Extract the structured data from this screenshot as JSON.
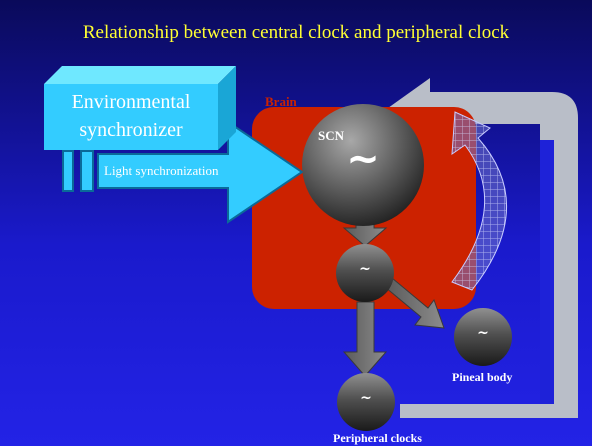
{
  "title": "Relationship between central clock and peripheral clock",
  "environmental_synchronizer": {
    "line1": "Environmental",
    "line2": "synchronizer"
  },
  "light_synchronization": "Light synchronization",
  "brain_label": "Brain",
  "scn_label": "SCN",
  "wave_symbol": "~",
  "pineal_body_label": "Pineal body",
  "peripheral_clocks_label": "Peripheral clocks",
  "colors": {
    "title": "#ffff33",
    "brain_box": "#cc2200",
    "synchronizer_box": "#33ccff",
    "brain_label": "#cc2200",
    "feedback_arrow": "#b9bec8"
  }
}
